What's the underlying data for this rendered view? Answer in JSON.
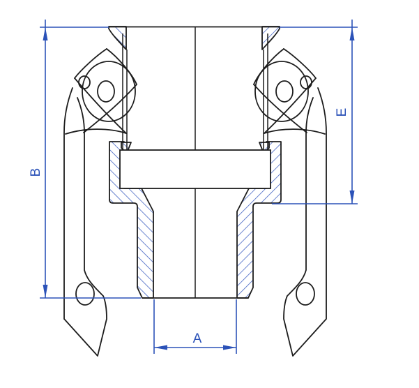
{
  "drawing": {
    "title": "camlock-coupler-type-b-section-drawing",
    "dimensions": {
      "a_label": "A",
      "b_label": "B",
      "e_label": "E"
    },
    "colors": {
      "line": "#1c1c1c",
      "dimension": "#2b52b8",
      "hatch": "#3a5cc0",
      "background": "#ffffff"
    }
  }
}
